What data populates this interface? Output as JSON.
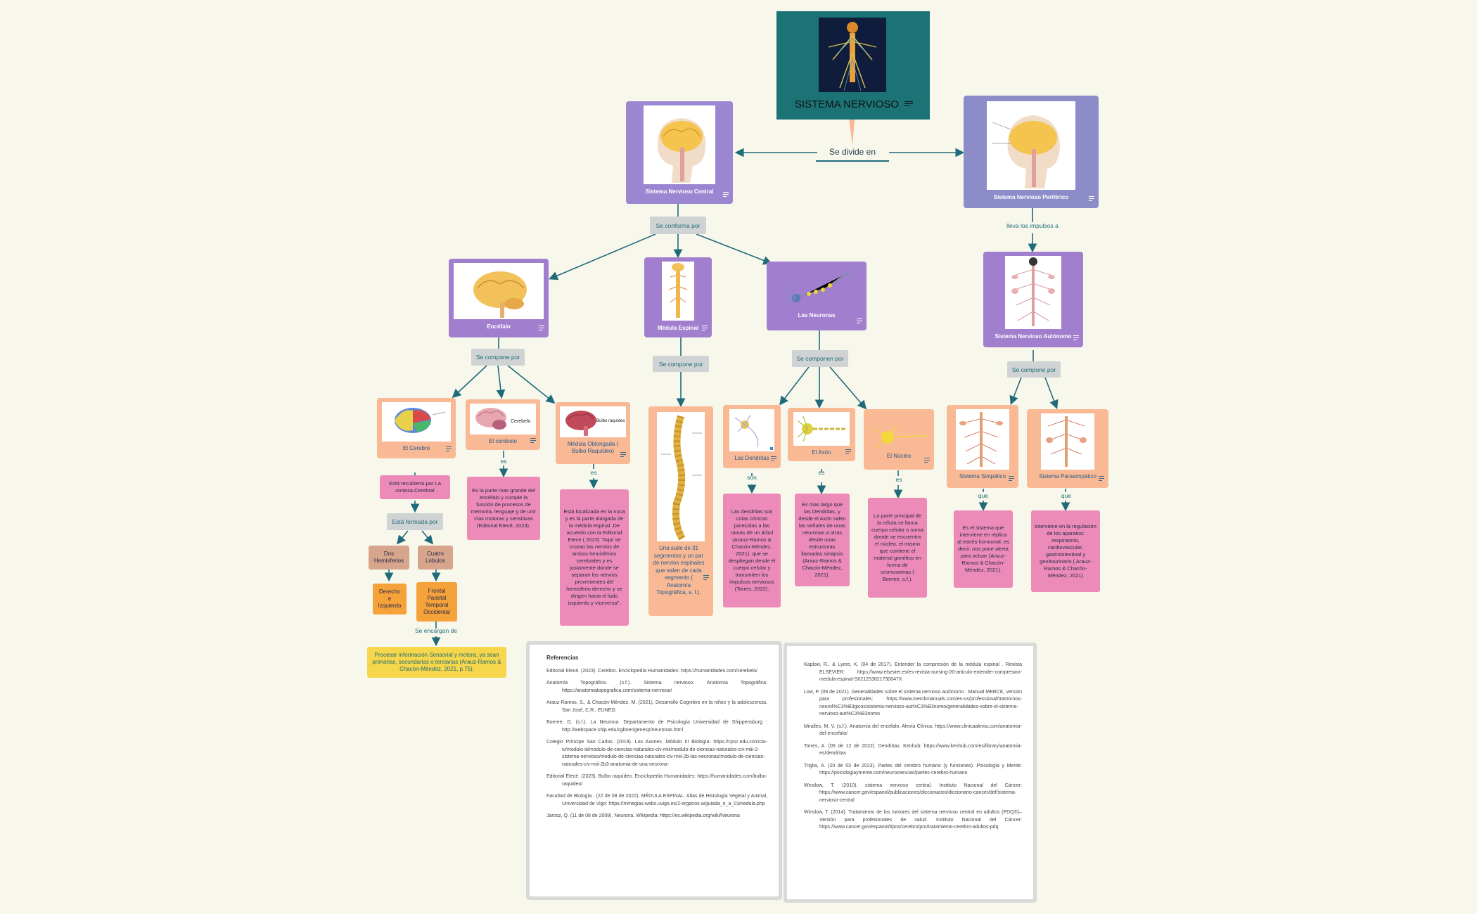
{
  "colors": {
    "background": "#f8f7ec",
    "connector": "#1f6b7a",
    "root": "#1b7375",
    "node_purple": "#a17fce",
    "node_periwinkle": "#8b8cc8",
    "node_salmon": "#f9b995",
    "text_pink": "#ec8bb7",
    "text_tan": "#d6a58b",
    "text_orange": "#f6a23a",
    "text_yellow": "#f6d64a",
    "link_grey": "#cfd3d3"
  },
  "root": {
    "title": "SISTEMA NERVIOSO",
    "link": "Se divide en"
  },
  "snc": {
    "title": "Sistema Nervioso Central",
    "link": "Se conforma por"
  },
  "snp": {
    "title": "Sistema Nervioso Periférico",
    "link": "lleva los impulsos a"
  },
  "encefalo": {
    "title": "Encéfalo",
    "link": "Se compone por"
  },
  "medula": {
    "title": "Médula Espinal",
    "link": "Se compone por"
  },
  "neuronas": {
    "title": "Las Neuronas",
    "link": "Se componen por"
  },
  "sna": {
    "title": "Sistema Nervioso Autónomo",
    "link": "Se compone por"
  },
  "cerebro": {
    "title": "El Cerebro",
    "desc": "Está recubierto por La corteza Cerebral",
    "link": "Está formada por",
    "hemis": "Dos Hemisferios",
    "lobulos": "Cuatro Lóbulos",
    "hemis_detail": "Derecho e Izquierdo",
    "lobulos_detail": "Frontal Parietal Temporal Occidental",
    "func_link": "Se encargan de",
    "func": "Procesar información Sensorial y motora, ya sean primarias, secundarias o terciarias (Arauz-Ramos & Chacón-Méndez, 2021, p.75)."
  },
  "cerebelo": {
    "title": "El cerebelo",
    "img_label": "Cerebelo",
    "link": "es",
    "desc": "Es la parte mas grande del encéfalo y cumple la función de procesos de memoria, lenguaje y de unir vías motoras y sensitivas (Editorial Etecé, 2023)."
  },
  "bulbo": {
    "title": "Médula Oblongada ( Bulbo Raquídeo)",
    "img_label": "Bulbo raquídeo",
    "link": "es",
    "desc": "Está localizada en la nuca y es la parte alargada de la médula espinal .De acuerdo con la Editorial Etece ( 2023) \"Aquí se cruzan los nervios de ambos hemisferios cerebrales y es justamente donde se separan los nervios provenientes del hemisferio derecho y se dirigen hacia el lado izquierdo y viceversa\"."
  },
  "medula_det": {
    "desc": "Una suite de 31 segmentos y un par de nervios espinales que salen de cada segmento ( Anatomía Topográfica, s. f.)."
  },
  "dendritas": {
    "title": "Las Dendritas",
    "link": "son",
    "desc": "Las dendritas son colas cónicas parecidas a las ramas de un árbol (Arauz-Ramos & Chacón-Méndez, 2021). que se despliegan desde el cuerpo celular y transmiten los impulsos nerviosos (Torres, 2022)."
  },
  "axon": {
    "title": "El Axón",
    "link": "es",
    "desc": "Es mas largo que las Dendritas, y desde el Axón salen las señales de unas neuronas a otras desde unas estructuras llamadas sinapsis (Arauz-Ramos & Chacón-Méndez, 2021)."
  },
  "nucleo": {
    "title": "El Núcleo",
    "link": "es",
    "desc": "La parte principal de la célula se llama cuerpo celular o soma donde se encuentra el núcleo, el mismo que contiene el material genético en forma de cromosomas ( Boeree, s.f.)."
  },
  "simpatico": {
    "title": "Sistema Simpático",
    "link": "que",
    "desc": "Es el sistema que interviene en réplica al estrés hormonal, es decir, nos pone alerta para actuar (Arauz-Ramos & Chacón-Méndez, 2021)."
  },
  "parasimpatico": {
    "title": "Sistema Parasimpático",
    "link": "que",
    "desc": "interviene en la regulación de los aparatos: respiratorio, cardiovascular, gastrointestinal y genitourinario ( Arauz-Ramos & Chacón-Méndez, 2021)"
  },
  "references": {
    "heading": "Referencias",
    "left": [
      "Editorial Etecé. (2023). Cerebro. Enciclopedia Humanidades: https://humanidades.com/cerebelo/",
      "Anatomía Topográfica. (s.f.). Sistema nervioso. Anatomía Topográfica: https://anatomiatopografica.com/sistema-nervioso/",
      "Arauz-Ramos, S., & Chacón-Méndez, M. (2021). Desarrollo Cognitivo en la niñez y la adolescencia. San José, C.R.: EUNED.",
      "Boeree, D. (s.f.). La Neurona. Departamento de Psicología Universidad de Shippensburg : http://webspace.ship.edu/cgboer/genesp/neuronas.html",
      "Colegio Príncipe San Carlos. (2019). Los Axones. Módulo III Biología: https://cpsc.edu.co/ciclo-iv/modulo-iii/modulo-de-ciencias-naturales-civ-miii/modulo-de-ciencias-naturales-civ-miii-2-sistema-nervioso/modulo-de-ciencias-naturales-civ-miii-2b-las-neuronas/modulo-de-ciencias-naturales-civ-miii-2b3-anatomia-de-una-neurona-",
      "Editorial Etecé. (2023). Bulbo raquídeo. Enciclopedia Humanidades: https://humanidades.com/bulbo-raquideo/",
      "Facultad de Biología . (22 de 08 de 2022). MÉDULA ESPINAL. Atlas de Histología Vegetal y Animal, Universidad de Vigo: https://mmegias.webs.uvigo.es/2-organos-a/guiada_o_a_01medula.php",
      "Jarosz, Q. (11 de 08 de 2009). Neurona. Wikipedia: https://es.wikipedia.org/wiki/Neurona"
    ],
    "right": [
      "Kaplow, R., & Lyere, K. (04 de 2017). Entender la compresión de la médula espinal . Revista ELSEVIER: https://www.elsevier.es/es-revista-nursing-20-articulo-entender-compresion-medula-espinal-S021253821730047X",
      "Low, P. (09 de 2021). Generalidades sobre el sistema nervioso autónomo . Manual MERCK, versión para profesionales: https://www.merckmanuals.com/es-us/professional/trastornos-neurol%C3%B3gicos/sistema-nervioso-aut%C3%B3nomo/generalidades-sobre-el-sistema-nervioso-aut%C3%B3nomo",
      "Miralles, M. V. (s.f.). Anatomía del encéfalo. Alevia Clínica: https://www.clinicaalevia.com/anatomia-del-encefalo/",
      "Torres, A. (05 de 12 de 2022). Dendritas. Kenhub: https://www.kenhub.com/es/library/anatomia-es/dendritas",
      "Triglia, A. (20 de 03 de 2023). Partes del cerebro humano (y funciones). Psicología y Mente: https://psicologiaymente.com/neurociencias/partes-cerebro-humano",
      "Winslow, T. (2010). sistema nervioso central. Instituto Nacional del Cáncer: https://www.cancer.gov/espanol/publicaciones/diccionarios/diccionario-cancer/def/sistema-nervioso-central",
      "Winslow, T. (2014). Tratamiento de los tumores del sistema nervioso central en adultos (PDQ®)–Versión para profesionales de salud. Instituto Nacional del Cáncer: https://www.cancer.gov/espanol/tipos/cerebro/pro/tratamiento-cerebro-adultos-pdq"
    ]
  }
}
